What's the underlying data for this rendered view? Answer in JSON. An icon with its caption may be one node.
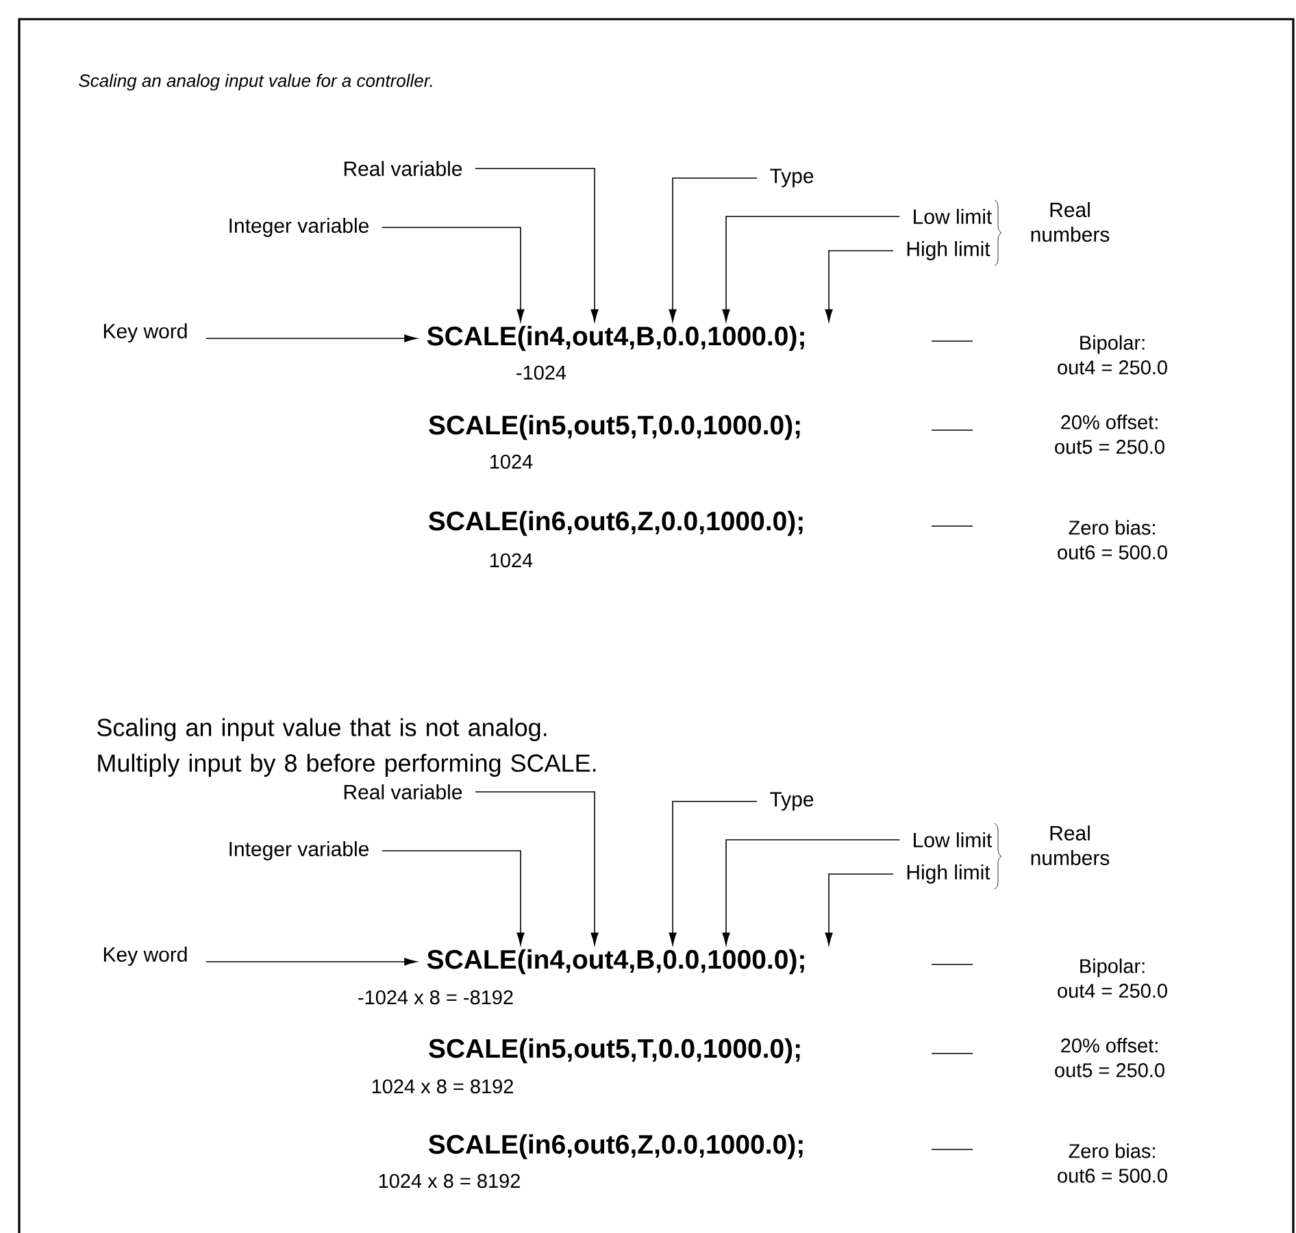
{
  "diagram": {
    "title": "Scaling an analog input value for a controller.",
    "nodes": [
      {
        "text": [
          "Integer variable"
        ]
      },
      {
        "text": [
          "Real variable"
        ]
      },
      {
        "text": [
          "Type"
        ]
      },
      {
        "text": [
          "Low limit"
        ]
      },
      {
        "text": [
          "High limit"
        ]
      },
      {
        "text": [
          "Key word"
        ]
      },
      {
        "text": [
          "SCALE(in4,out4,B,0.0,1000.0);"
        ],
        "beside": [
          "-1024"
        ]
      },
      {
        "text": [
          "Bipolar:",
          "out4 = 250.0"
        ]
      },
      {
        "text": [
          "SCALE(in5,out5,T,0.0,1000.0);"
        ],
        "beside": [
          "1024"
        ]
      },
      {
        "text": [
          "20% offset:",
          "out5 = 250.0"
        ]
      },
      {
        "text": [
          "SCALE(in6,out6,Z,0.0,1000.0);"
        ],
        "beside": [
          "1024"
        ]
      },
      {
        "text": [
          "Zero bias:",
          "out6 = 500.0"
        ]
      },
      {
        "text": [
          "Integer variable"
        ]
      },
      {
        "text": [
          "Real variable"
        ]
      },
      {
        "text": [
          "Type"
        ]
      },
      {
        "text": [
          "Low limit"
        ]
      },
      {
        "text": [
          "High limit"
        ]
      },
      {
        "text": [
          "Key word"
        ]
      },
      {
        "text": [
          "SCALE(in4,out4,B,0.0,1000.0);"
        ],
        "beside": [
          "-1024 x 8 = -8192"
        ]
      },
      {
        "text": [
          "Bipolar:",
          "out4 = 250.0"
        ]
      },
      {
        "text": [
          "SCALE(in5,out5,T,0.0,1000.0);"
        ],
        "beside": [
          "1024 x 8 = 8192"
        ]
      },
      {
        "text": [
          "20% offset:",
          "out5 = 250.0"
        ]
      },
      {
        "text": [
          "SCALE(in6,out6,Z,0.0,1000.0);"
        ],
        "beside": [
          "1024 x 8 = 8192"
        ]
      },
      {
        "text": [
          "Zero bias:",
          "out6 = 500.0"
        ]
      }
    ],
    "edges": [
      {
        "from": 0,
        "to": 6,
        "arrow": "to"
      },
      {
        "from": 1,
        "to": 6,
        "arrow": "to"
      },
      {
        "from": 2,
        "to": 6,
        "arrow": "to"
      },
      {
        "from": 3,
        "to": 6,
        "arrow": "to"
      },
      {
        "from": 4,
        "to": 6,
        "arrow": "to"
      },
      {
        "from": 5,
        "to": 6,
        "arrow": "to"
      },
      {
        "from": 12,
        "to": 18,
        "arrow": "to"
      },
      {
        "from": 13,
        "to": 18,
        "arrow": "to"
      },
      {
        "from": 14,
        "to": 18,
        "arrow": "to"
      },
      {
        "from": 15,
        "to": 18,
        "arrow": "to"
      },
      {
        "from": 16,
        "to": 18,
        "arrow": "to"
      },
      {
        "from": 17,
        "to": 18,
        "arrow": "to"
      }
    ],
    "labels": [
      "Real numbers",
      "Scaling an input value that is not analog. Multiply input by 8 before performing SCALE.",
      "Real numbers"
    ]
  }
}
